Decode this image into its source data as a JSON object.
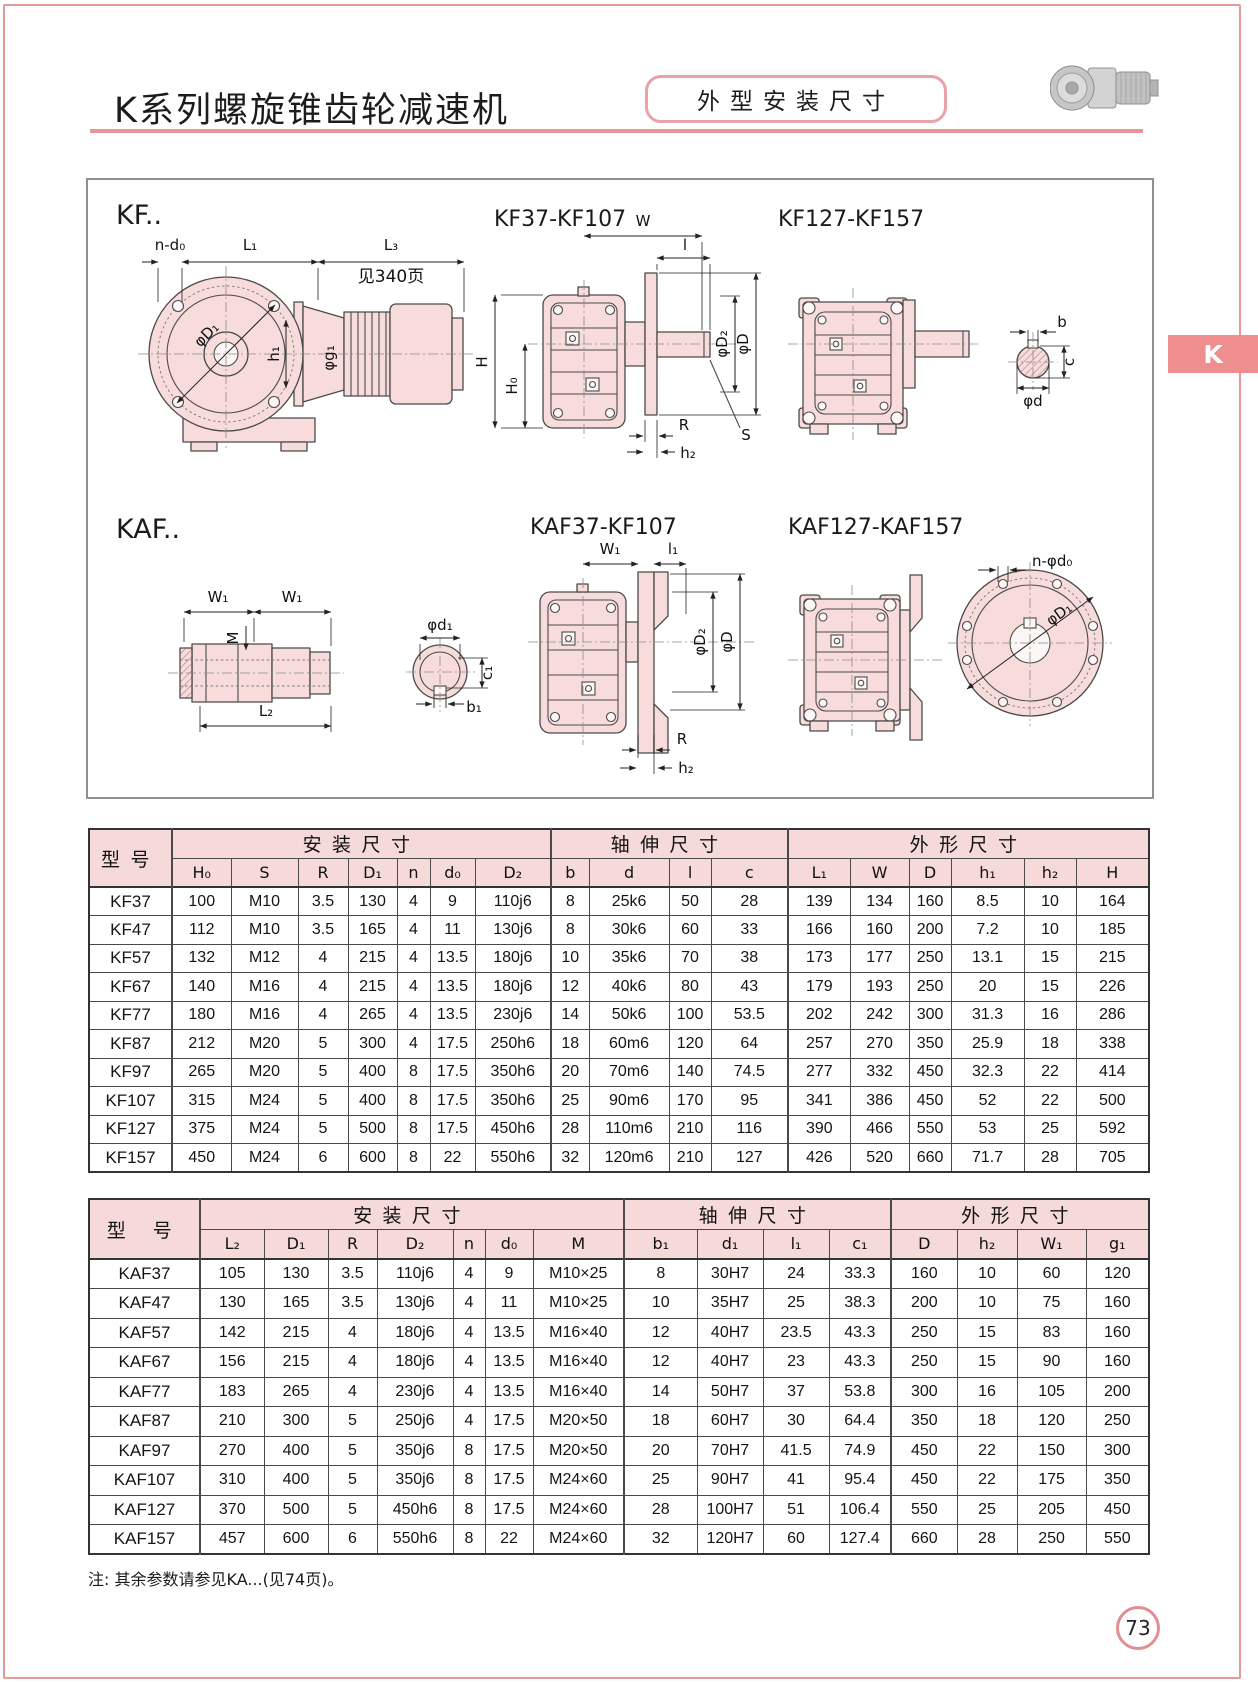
{
  "header": {
    "title": "K系列螺旋锥齿轮减速机",
    "badge": "外型安装尺寸",
    "side_tab": "K",
    "page_number": "73"
  },
  "footnote": "注: 其余参数请参见KA...(见74页)。",
  "colors": {
    "accent_pink": "#e9959e",
    "table_header_bg": "#f6d9d9",
    "tab_red": "#ee8e8e",
    "drawing_fill": "#f8dcdc"
  },
  "drawings": {
    "kf_label": "KF..",
    "kf_mid_label": "KF37-KF107",
    "kf_right_label": "KF127-KF157",
    "kaf_label": "KAF..",
    "kaf_mid_label": "KAF37-KF107",
    "kaf_right_label": "KAF127-KAF157",
    "see_page_note": "见340页",
    "dim_labels": {
      "n_d0": "n-d₀",
      "L1": "L₁",
      "L3": "L₃",
      "phiD1": "φD₁",
      "h1": "h₁",
      "phig1": "φg₁",
      "W": "W",
      "l": "l",
      "H": "H",
      "H0": "H₀",
      "phiD2": "φD₂",
      "phiD": "φD",
      "R": "R",
      "h2": "h₂",
      "S": "S",
      "b": "b",
      "c": "c",
      "phid": "φd",
      "W1": "W₁",
      "M": "M",
      "L2": "L₂",
      "phid1": "φd₁",
      "c1": "c₁",
      "b1": "b₁",
      "l1": "l₁",
      "n_phid0": "n-φd₀"
    }
  },
  "table1": {
    "model_header": "型号",
    "groups": {
      "install": "安装尺寸",
      "shaft": "轴伸尺寸",
      "outline": "外形尺寸"
    },
    "columns": [
      "H₀",
      "S",
      "R",
      "D₁",
      "n",
      "d₀",
      "D₂",
      "b",
      "d",
      "l",
      "c",
      "L₁",
      "W",
      "D",
      "h₁",
      "h₂",
      "H"
    ],
    "rows": [
      {
        "model": "KF37",
        "values": [
          "100",
          "M10",
          "3.5",
          "130",
          "4",
          "9",
          "110j6",
          "8",
          "25k6",
          "50",
          "28",
          "139",
          "134",
          "160",
          "8.5",
          "10",
          "164"
        ]
      },
      {
        "model": "KF47",
        "values": [
          "112",
          "M10",
          "3.5",
          "165",
          "4",
          "11",
          "130j6",
          "8",
          "30k6",
          "60",
          "33",
          "166",
          "160",
          "200",
          "7.2",
          "10",
          "185"
        ]
      },
      {
        "model": "KF57",
        "values": [
          "132",
          "M12",
          "4",
          "215",
          "4",
          "13.5",
          "180j6",
          "10",
          "35k6",
          "70",
          "38",
          "173",
          "177",
          "250",
          "13.1",
          "15",
          "215"
        ]
      },
      {
        "model": "KF67",
        "values": [
          "140",
          "M16",
          "4",
          "215",
          "4",
          "13.5",
          "180j6",
          "12",
          "40k6",
          "80",
          "43",
          "179",
          "193",
          "250",
          "20",
          "15",
          "226"
        ]
      },
      {
        "model": "KF77",
        "values": [
          "180",
          "M16",
          "4",
          "265",
          "4",
          "13.5",
          "230j6",
          "14",
          "50k6",
          "100",
          "53.5",
          "202",
          "242",
          "300",
          "31.3",
          "16",
          "286"
        ]
      },
      {
        "model": "KF87",
        "values": [
          "212",
          "M20",
          "5",
          "300",
          "4",
          "17.5",
          "250h6",
          "18",
          "60m6",
          "120",
          "64",
          "257",
          "270",
          "350",
          "25.9",
          "18",
          "338"
        ]
      },
      {
        "model": "KF97",
        "values": [
          "265",
          "M20",
          "5",
          "400",
          "8",
          "17.5",
          "350h6",
          "20",
          "70m6",
          "140",
          "74.5",
          "277",
          "332",
          "450",
          "32.3",
          "22",
          "414"
        ]
      },
      {
        "model": "KF107",
        "values": [
          "315",
          "M24",
          "5",
          "400",
          "8",
          "17.5",
          "350h6",
          "25",
          "90m6",
          "170",
          "95",
          "341",
          "386",
          "450",
          "52",
          "22",
          "500"
        ]
      },
      {
        "model": "KF127",
        "values": [
          "375",
          "M24",
          "5",
          "500",
          "8",
          "17.5",
          "450h6",
          "28",
          "110m6",
          "210",
          "116",
          "390",
          "466",
          "550",
          "53",
          "25",
          "592"
        ]
      },
      {
        "model": "KF157",
        "values": [
          "450",
          "M24",
          "6",
          "600",
          "8",
          "22",
          "550h6",
          "32",
          "120m6",
          "210",
          "127",
          "426",
          "520",
          "660",
          "71.7",
          "28",
          "705"
        ]
      }
    ]
  },
  "table2": {
    "model_header": "型 号",
    "groups": {
      "install": "安装尺寸",
      "shaft": "轴伸尺寸",
      "outline": "外形尺寸"
    },
    "columns": [
      "L₂",
      "D₁",
      "R",
      "D₂",
      "n",
      "d₀",
      "M",
      "b₁",
      "d₁",
      "l₁",
      "c₁",
      "D",
      "h₂",
      "W₁",
      "g₁"
    ],
    "rows": [
      {
        "model": "KAF37",
        "values": [
          "105",
          "130",
          "3.5",
          "110j6",
          "4",
          "9",
          "M10×25",
          "8",
          "30H7",
          "24",
          "33.3",
          "160",
          "10",
          "60",
          "120"
        ]
      },
      {
        "model": "KAF47",
        "values": [
          "130",
          "165",
          "3.5",
          "130j6",
          "4",
          "11",
          "M10×25",
          "10",
          "35H7",
          "25",
          "38.3",
          "200",
          "10",
          "75",
          "160"
        ]
      },
      {
        "model": "KAF57",
        "values": [
          "142",
          "215",
          "4",
          "180j6",
          "4",
          "13.5",
          "M16×40",
          "12",
          "40H7",
          "23.5",
          "43.3",
          "250",
          "15",
          "83",
          "160"
        ]
      },
      {
        "model": "KAF67",
        "values": [
          "156",
          "215",
          "4",
          "180j6",
          "4",
          "13.5",
          "M16×40",
          "12",
          "40H7",
          "23",
          "43.3",
          "250",
          "15",
          "90",
          "160"
        ]
      },
      {
        "model": "KAF77",
        "values": [
          "183",
          "265",
          "4",
          "230j6",
          "4",
          "13.5",
          "M16×40",
          "14",
          "50H7",
          "37",
          "53.8",
          "300",
          "16",
          "105",
          "200"
        ]
      },
      {
        "model": "KAF87",
        "values": [
          "210",
          "300",
          "5",
          "250j6",
          "4",
          "17.5",
          "M20×50",
          "18",
          "60H7",
          "30",
          "64.4",
          "350",
          "18",
          "120",
          "250"
        ]
      },
      {
        "model": "KAF97",
        "values": [
          "270",
          "400",
          "5",
          "350j6",
          "8",
          "17.5",
          "M20×50",
          "20",
          "70H7",
          "41.5",
          "74.9",
          "450",
          "22",
          "150",
          "300"
        ]
      },
      {
        "model": "KAF107",
        "values": [
          "310",
          "400",
          "5",
          "350j6",
          "8",
          "17.5",
          "M24×60",
          "25",
          "90H7",
          "41",
          "95.4",
          "450",
          "22",
          "175",
          "350"
        ]
      },
      {
        "model": "KAF127",
        "values": [
          "370",
          "500",
          "5",
          "450h6",
          "8",
          "17.5",
          "M24×60",
          "28",
          "100H7",
          "51",
          "106.4",
          "550",
          "25",
          "205",
          "450"
        ]
      },
      {
        "model": "KAF157",
        "values": [
          "457",
          "600",
          "6",
          "550h6",
          "8",
          "22",
          "M24×60",
          "32",
          "120H7",
          "60",
          "127.4",
          "660",
          "28",
          "250",
          "550"
        ]
      }
    ]
  }
}
